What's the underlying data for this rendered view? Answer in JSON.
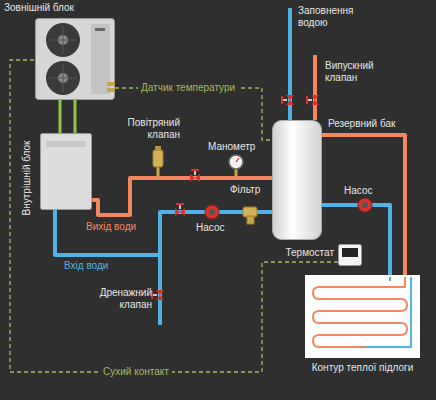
{
  "diagram": {
    "nodes": [
      {
        "text": [
          "Зовнішній блок"
        ]
      },
      {
        "text": [
          "Внутрішній блок"
        ]
      },
      {
        "text": [
          "Резервний бак"
        ]
      },
      {
        "text": [
          "Термостат"
        ]
      },
      {
        "text": [
          "Контур теплої підлоги"
        ]
      }
    ],
    "edges": [
      {
        "from": 0,
        "to": 1,
        "arrow": "none"
      },
      {
        "from": 1,
        "to": 2,
        "arrow": "none"
      },
      {
        "from": 2,
        "to": 1,
        "arrow": "none"
      },
      {
        "from": 2,
        "to": 4,
        "arrow": "none"
      },
      {
        "from": 4,
        "to": 2,
        "arrow": "none"
      },
      {
        "from": 0,
        "to": 2,
        "label": "Датчик температури",
        "arrow": "none"
      },
      {
        "from": 3,
        "to": 0,
        "label": "Сухий контакт",
        "arrow": "none"
      }
    ],
    "labels": [
      "Заповнення водою",
      "Випускний клапан",
      "Повітряний клапан",
      "Манометр",
      "Фільтр",
      "Насос",
      "Вихід води",
      "Насос",
      "Вхід води",
      "Дренажний клапан"
    ]
  }
}
